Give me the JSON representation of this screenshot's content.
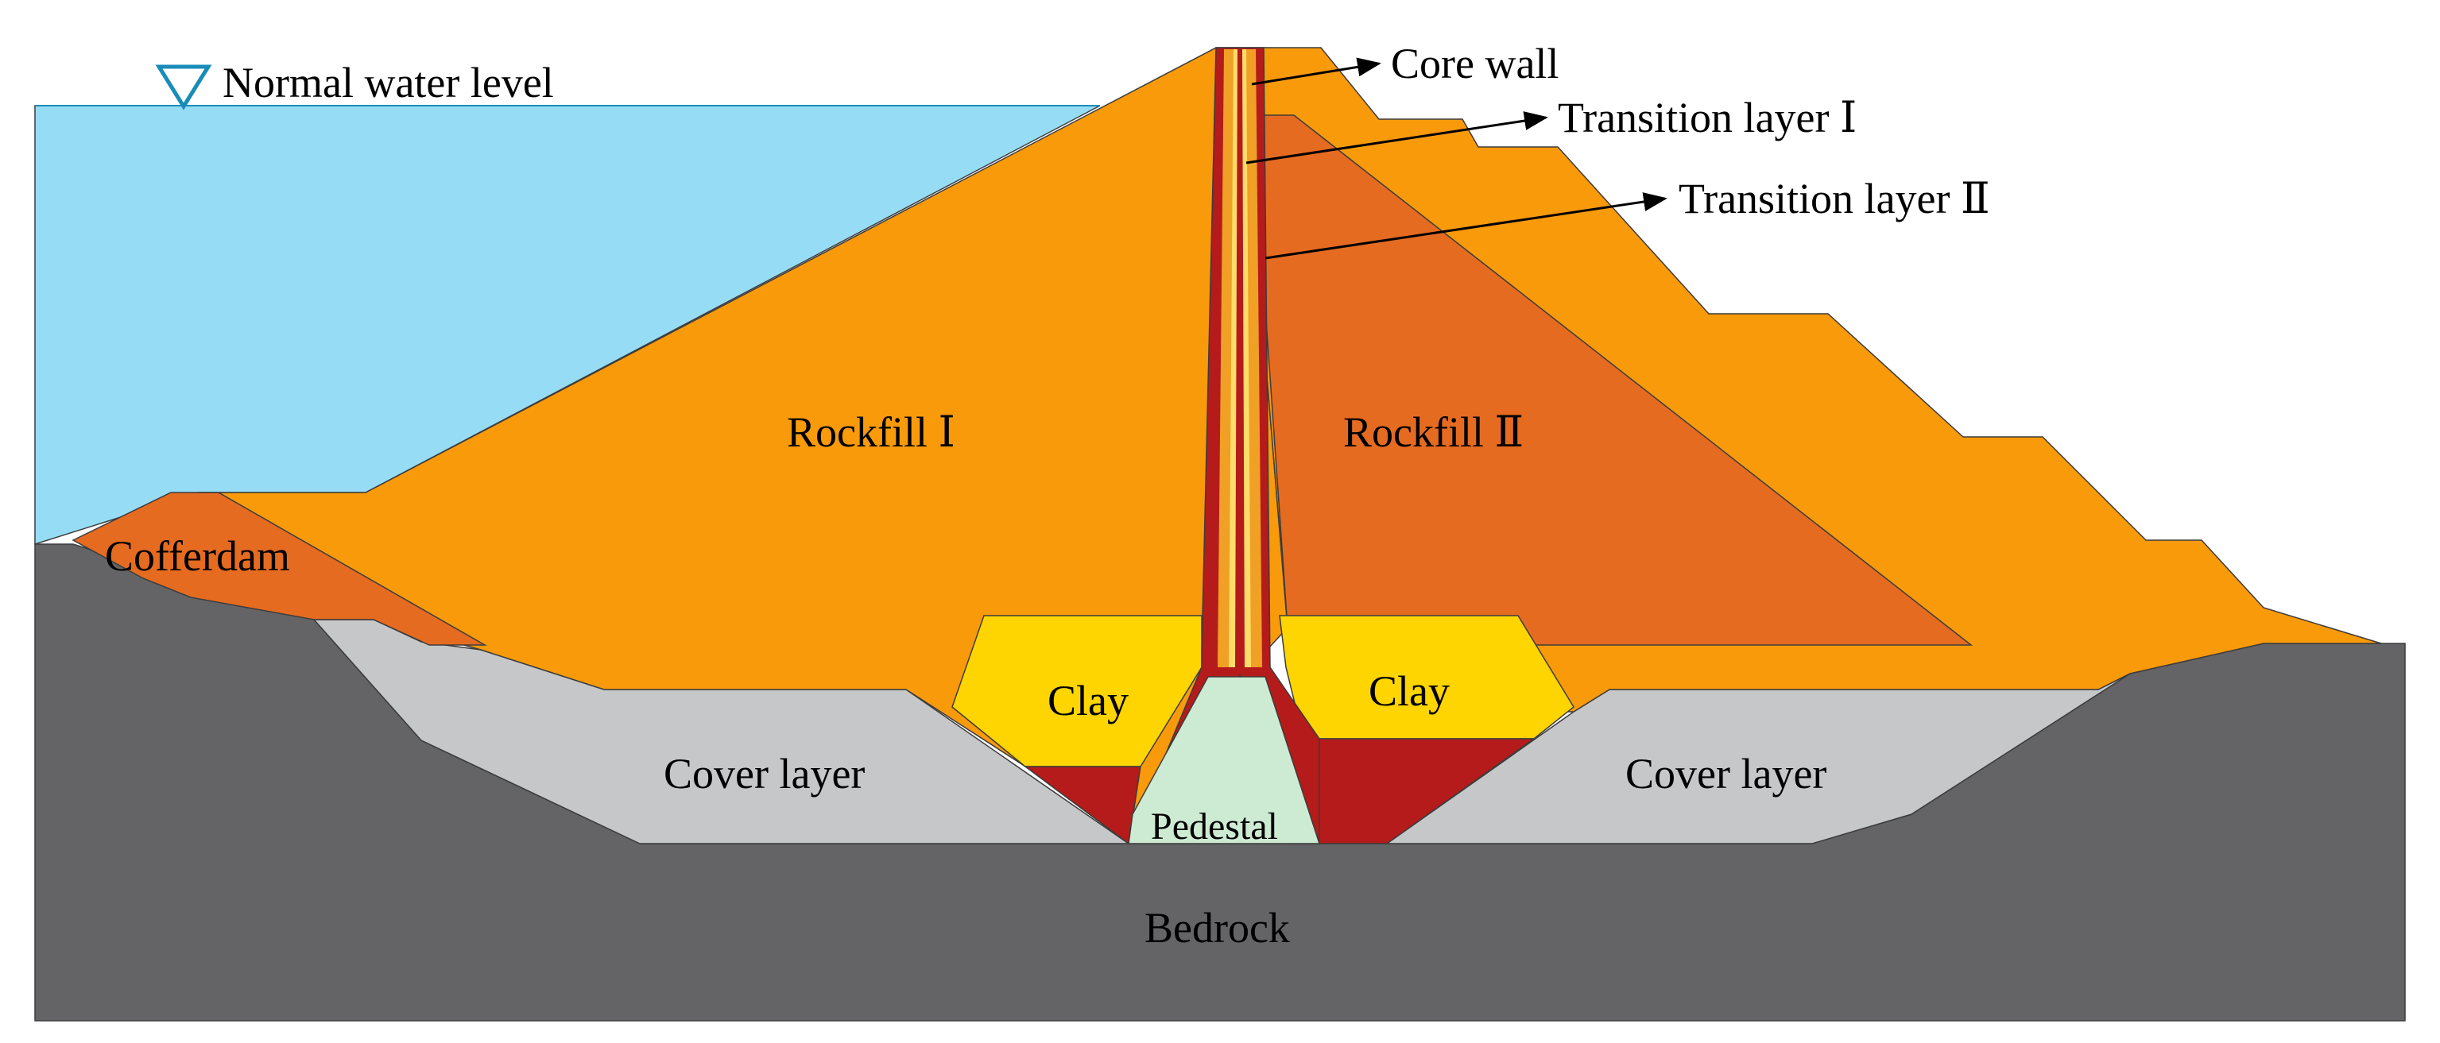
{
  "colors": {
    "water": "#97dcf5",
    "bedrock": "#646466",
    "cover_layer": "#c6c7c9",
    "rockfill_1": "#f99a0b",
    "rockfill_2": "#e56b21",
    "cofferdam": "#e56b21",
    "clay": "#fed500",
    "core_wall": "#b51b1b",
    "transition_1": "#fddc6a",
    "transition_2": "#f0a025",
    "pedestal": "#cdebd3",
    "water_level_symbol": "#1a8cb8",
    "arrow": "#000000"
  },
  "icons": {
    "water_level": "inverted-triangle-icon"
  },
  "labels": {
    "normal_water_level": "Normal water level",
    "core_wall": "Core wall",
    "transition_layer_1": "Transition layer Ⅰ",
    "transition_layer_2": "Transition layer Ⅱ",
    "rockfill_1": "Rockfill Ⅰ",
    "rockfill_2": "Rockfill Ⅱ",
    "cofferdam": "Cofferdam",
    "clay_left": "Clay",
    "clay_right": "Clay",
    "cover_layer_left": "Cover layer",
    "cover_layer_right": "Cover layer",
    "pedestal": "Pedestal",
    "bedrock": "Bedrock"
  }
}
